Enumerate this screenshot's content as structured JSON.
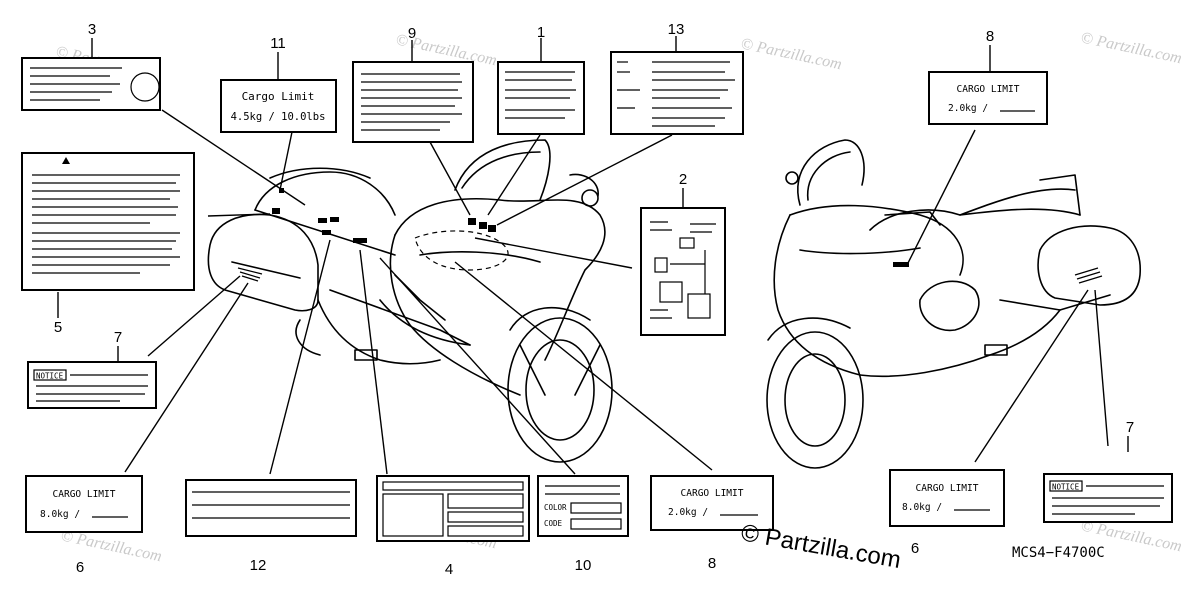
{
  "diagram": {
    "code": "MCS4−F4700C",
    "watermark": "© Partzilla.com",
    "callouts": {
      "c1": "1",
      "c2": "2",
      "c3": "3",
      "c4": "4",
      "c5": "5",
      "c6a": "6",
      "c6b": "6",
      "c7a": "7",
      "c7b": "7",
      "c8a": "8",
      "c8b": "8",
      "c9": "9",
      "c10": "10",
      "c11": "11",
      "c12": "12",
      "c13": "13"
    },
    "labels": {
      "cargo11_title": "Cargo Limit",
      "cargo11_value": "4.5kg  /  10.0lbs",
      "cargo_title": "CARGO LIMIT",
      "cargo6_value": "8.0kg  /",
      "cargo8_value": "2.0kg  /",
      "notice": "NOTICE",
      "color": "COLOR",
      "code": "CODE"
    }
  }
}
